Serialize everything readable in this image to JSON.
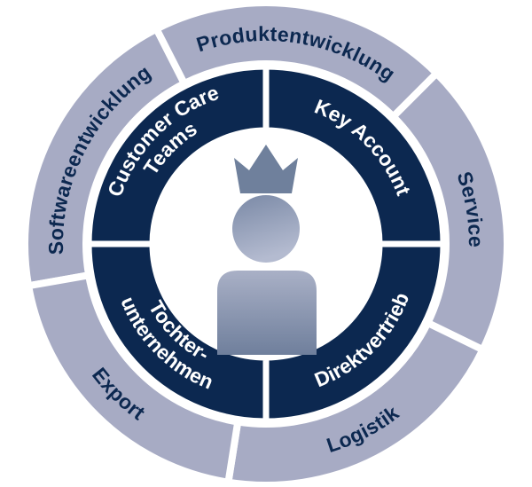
{
  "colors": {
    "outer_ring": "#a7abc4",
    "inner_ring": "#0c2850",
    "outer_text": "#0c2850",
    "crown": "#6f809c",
    "person_light": "#a4acc4",
    "person_dark": "#6f809c"
  },
  "icons": {
    "center": "person-with-crown-icon"
  },
  "outer_segments": [
    {
      "label": "Softwareentwicklung",
      "start": 170,
      "end": 243,
      "dir": "cw"
    },
    {
      "label": "Produktentwicklung",
      "start": -117,
      "end": -45,
      "dir": "cw"
    },
    {
      "label": "Service",
      "start": -45,
      "end": 26,
      "dir": "cw"
    },
    {
      "label": "Logistik",
      "start": 26,
      "end": 99,
      "dir": "ccw"
    },
    {
      "label": "Export",
      "start": 99,
      "end": 170,
      "dir": "ccw"
    }
  ],
  "inner_segments": [
    {
      "lines": [
        "Customer Care",
        "Teams"
      ],
      "start": -180,
      "end": -90,
      "dir": "cw"
    },
    {
      "lines": [
        "Key Account"
      ],
      "start": -90,
      "end": 0,
      "dir": "cw"
    },
    {
      "lines": [
        "Direktvertrieb"
      ],
      "start": 0,
      "end": 90,
      "dir": "ccw"
    },
    {
      "lines": [
        "Tochter-",
        "unternehmen"
      ],
      "start": 90,
      "end": 180,
      "dir": "ccw"
    }
  ]
}
